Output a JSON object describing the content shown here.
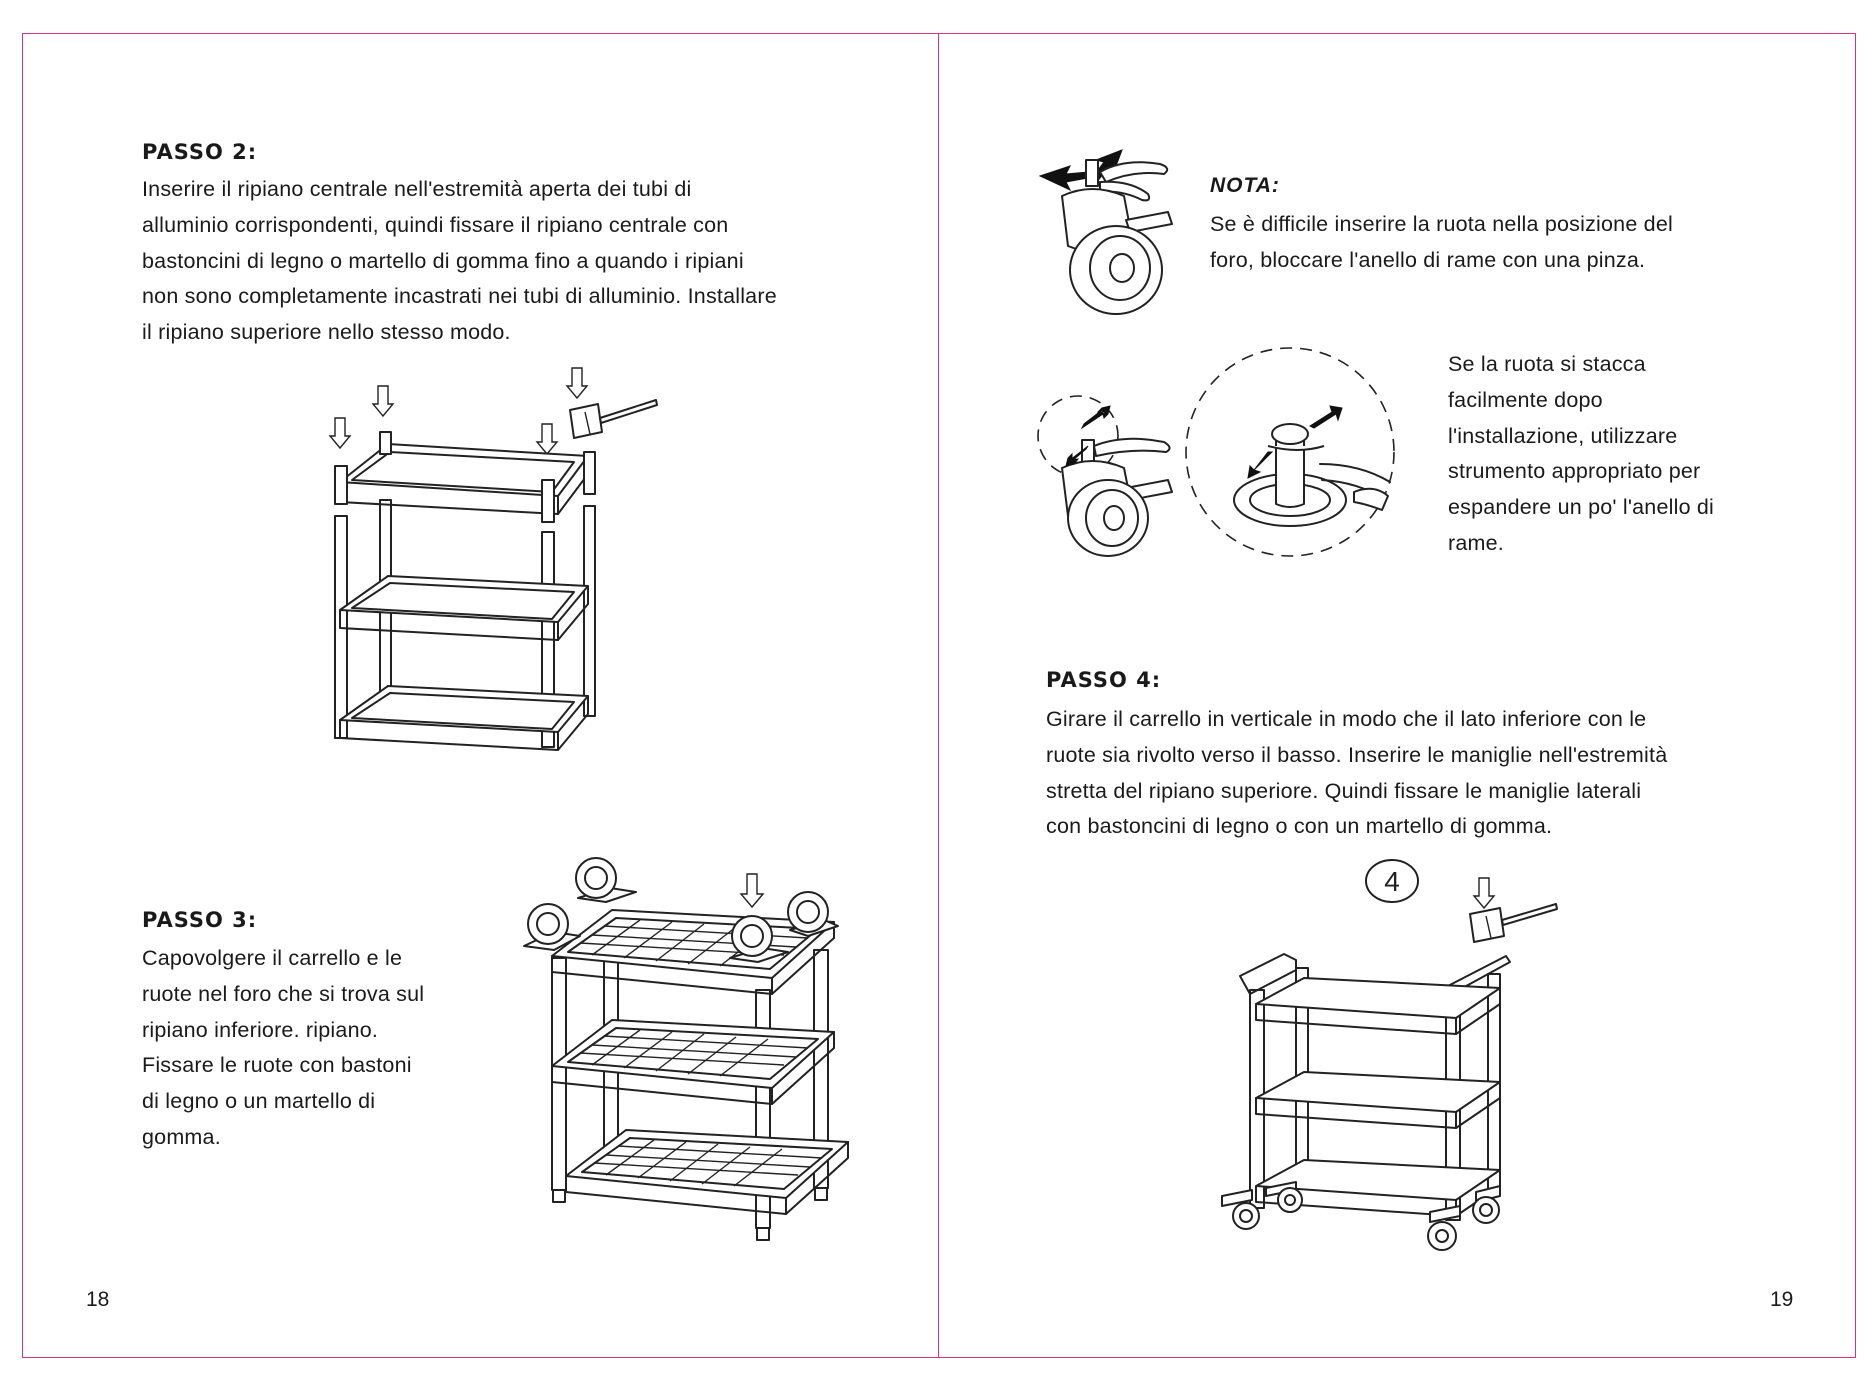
{
  "left_page": {
    "step2": {
      "heading": "PASSO 2:",
      "lines": [
        "Inserire il ripiano centrale nell'estremità aperta dei tubi di",
        "alluminio corrispondenti, quindi fissare il ripiano centrale con",
        "bastoncini di legno o martello di gomma fino a quando i ripiani",
        "non sono completamente incastrati nei tubi di alluminio. Installare",
        "il ripiano superiore nello stesso modo."
      ]
    },
    "step3": {
      "heading": "PASSO 3:",
      "lines": [
        "Capovolgere il carrello e le",
        "ruote nel foro che si trova sul",
        "ripiano inferiore. ripiano.",
        "Fissare le ruote con bastoni",
        "di legno o un martello di",
        "gomma."
      ]
    },
    "page_number": "18"
  },
  "right_page": {
    "note": {
      "title": "NOTA:",
      "lines": [
        "Se è difficile inserire la ruota nella posizione del",
        "foro, bloccare l'anello di rame con una pinza."
      ]
    },
    "tip": {
      "lines": [
        "Se la ruota si stacca",
        "facilmente dopo",
        "l'installazione, utilizzare",
        "strumento appropriato per",
        "espandere un po' l'anello di",
        "rame."
      ]
    },
    "step4": {
      "heading": "PASSO 4:",
      "lines": [
        "Girare il carrello in verticale in modo che il lato inferiore con le",
        "ruote sia rivolto verso il basso. Inserire le maniglie nell'estremità",
        "stretta del ripiano superiore. Quindi fissare le maniglie laterali",
        "con bastoncini di legno o con un martello di gomma."
      ],
      "badge": "4"
    },
    "page_number": "19"
  },
  "colors": {
    "border": "#d6337a",
    "ink": "#1a1a1a"
  }
}
